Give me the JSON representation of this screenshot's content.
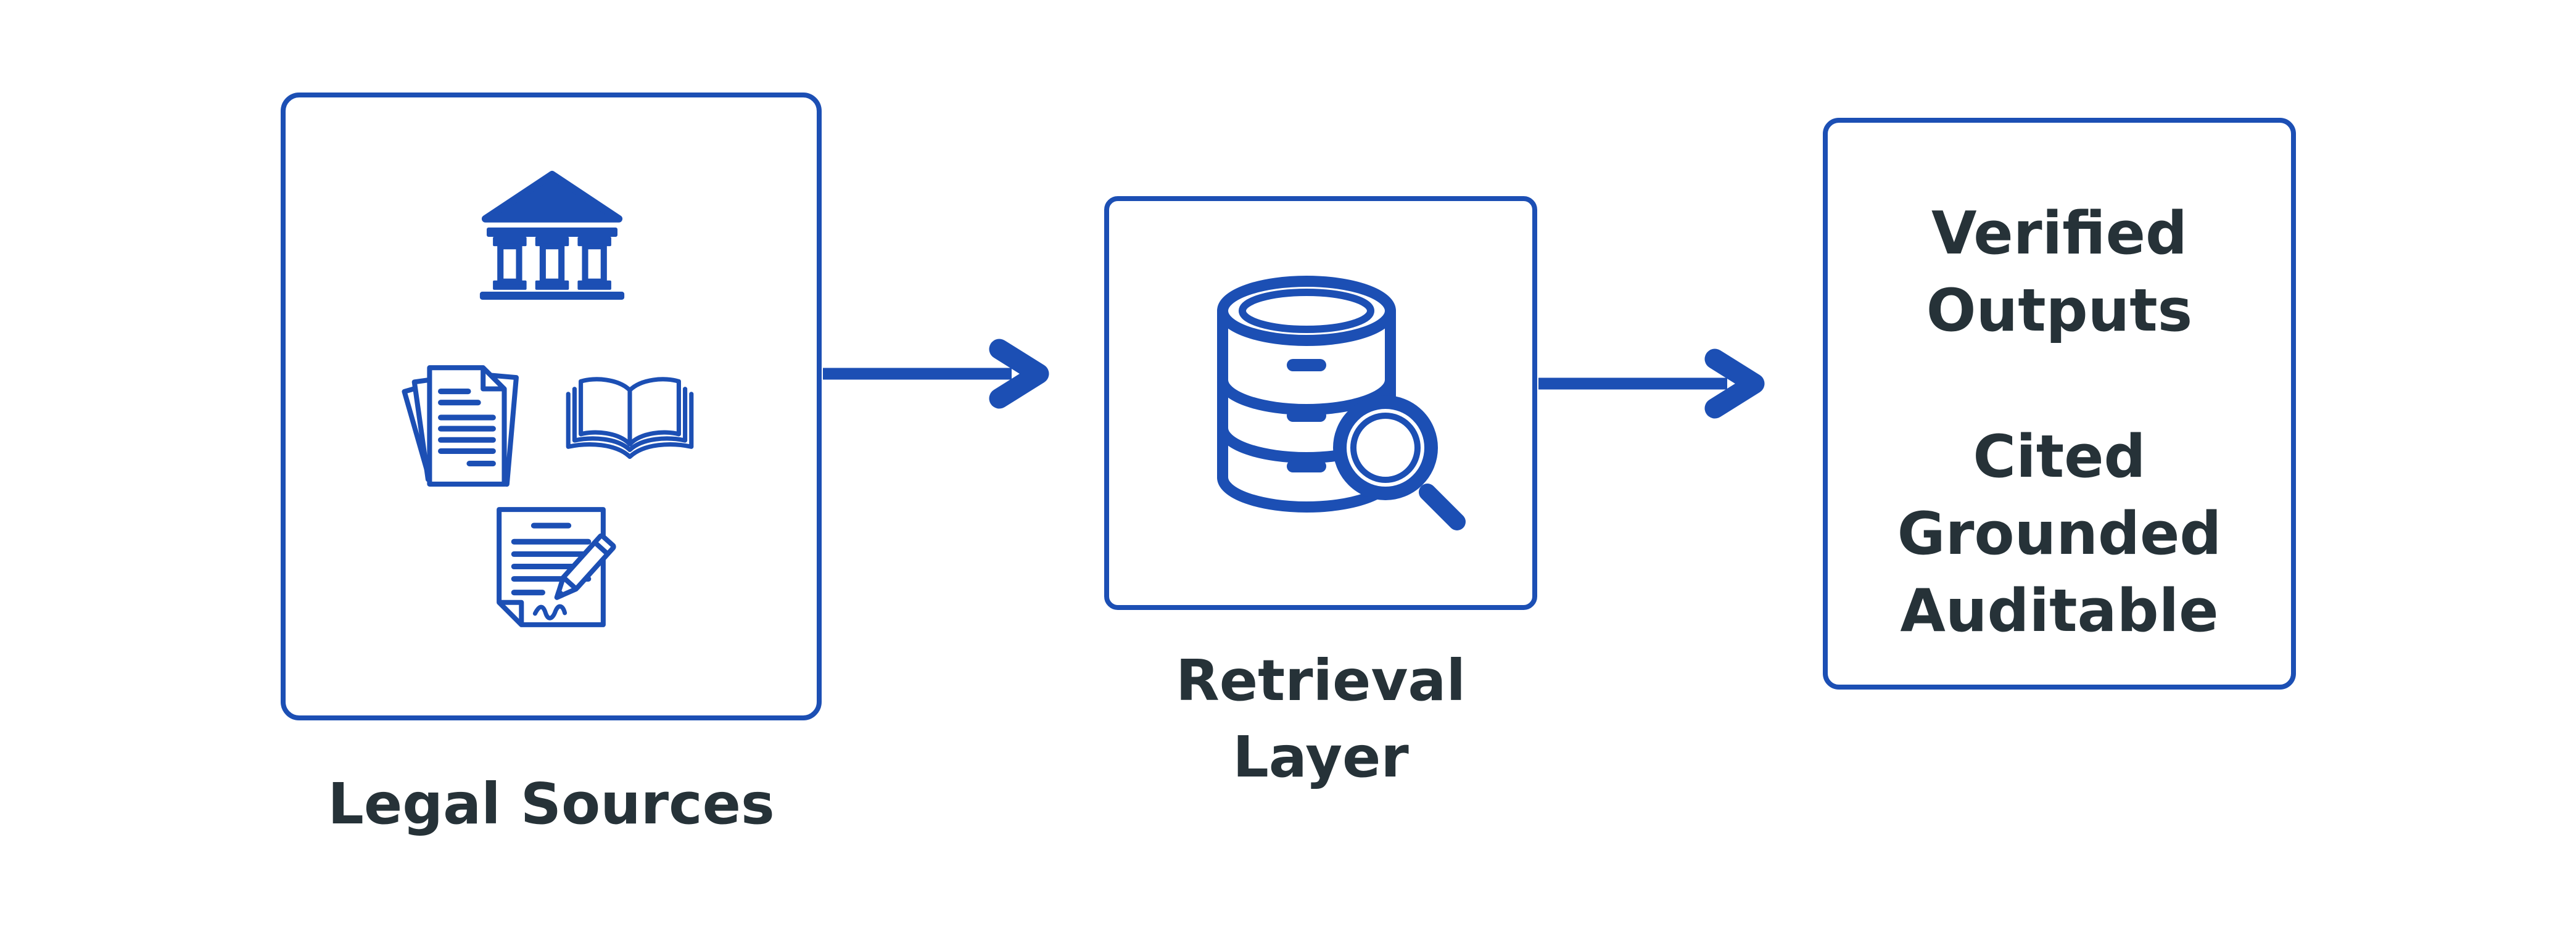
{
  "colors": {
    "accent_blue": "#1c4fb4",
    "text_dark": "#263238",
    "background": "#ffffff"
  },
  "nodes": {
    "legal_sources": {
      "label": "Legal Sources",
      "icons": [
        "courthouse-icon",
        "documents-icon",
        "open-book-icon",
        "contract-signing-icon"
      ]
    },
    "retrieval_layer": {
      "label_lines": [
        "Retrieval",
        "Layer"
      ],
      "icon": "database-search-icon"
    },
    "verified_outputs": {
      "title_lines": [
        "Verified",
        "Outputs"
      ],
      "qualities": [
        "Cited",
        "Grounded",
        "Auditable"
      ]
    }
  },
  "flow": {
    "arrows": [
      {
        "from": "legal_sources",
        "to": "retrieval_layer"
      },
      {
        "from": "retrieval_layer",
        "to": "verified_outputs"
      }
    ]
  }
}
